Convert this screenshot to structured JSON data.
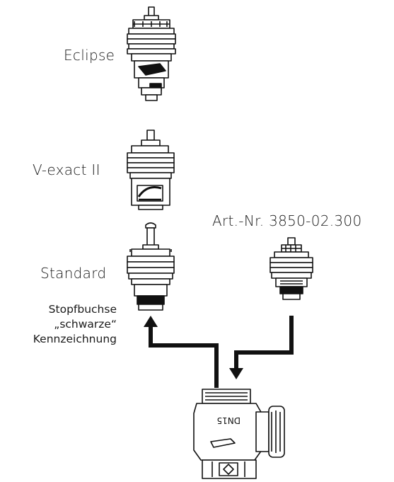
{
  "labels": {
    "eclipse": "Eclipse",
    "vexact": "V-exact II",
    "standard": "Standard",
    "artnr": "Art.-Nr. 3850-02.300",
    "gland_line1": "Stopfbuchse",
    "gland_line2": "„schwarze“",
    "gland_line3": "Kennzeichnung",
    "dn": "DN15"
  },
  "colors": {
    "ink": "#111111",
    "paper": "#ffffff"
  }
}
